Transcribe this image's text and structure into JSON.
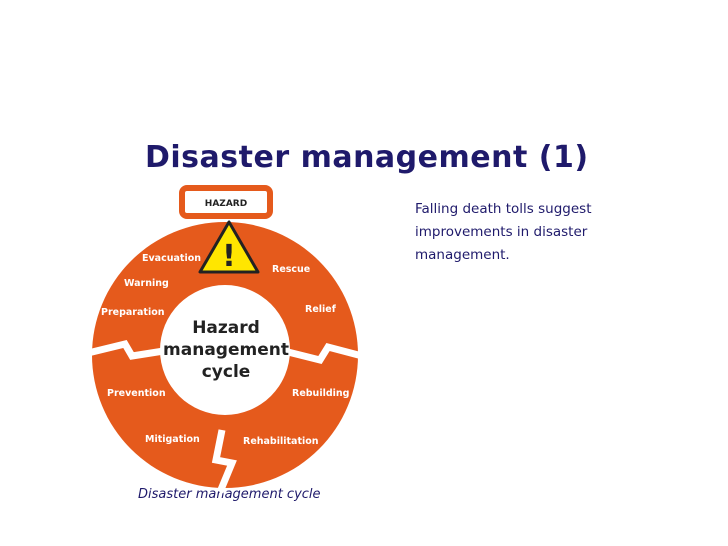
{
  "slide": {
    "title": "Disaster management (1)",
    "text": "Falling death tolls suggest improvements in disaster management.",
    "caption": "Disaster management cycle"
  },
  "diagram": {
    "hazard_box": "HAZARD",
    "warning_symbol": "!",
    "center": [
      "Hazard",
      "management",
      "cycle"
    ],
    "stages": [
      "Evacuation",
      "Warning",
      "Preparation",
      "Rescue",
      "Relief",
      "Prevention",
      "Rebuilding",
      "Mitigation",
      "Rehabilitation"
    ],
    "colors": {
      "ring": "#e55a1c",
      "hazard_fill": "#ffe600",
      "text": "#1f1a6b"
    }
  }
}
